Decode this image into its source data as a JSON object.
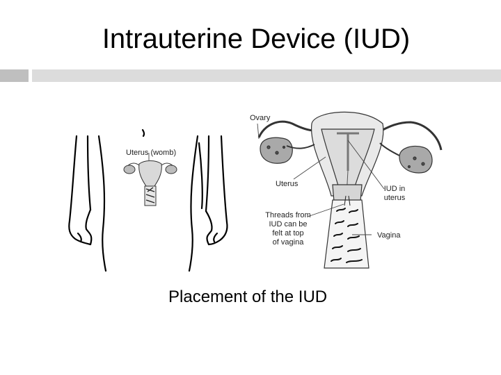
{
  "slide": {
    "title": "Intrauterine Device (IUD)",
    "caption": "Placement of the IUD"
  },
  "labels": {
    "uterus_womb": "Uterus (womb)",
    "ovary": "Ovary",
    "uterus": "Uterus",
    "iud_in_uterus_line1": "IUD in",
    "iud_in_uterus_line2": "uterus",
    "threads_line1": "Threads from",
    "threads_line2": "IUD can be",
    "threads_line3": "felt at top",
    "threads_line4": "of vagina",
    "vagina": "Vagina"
  },
  "colors": {
    "rule_dark": "#bfbfbf",
    "rule_light": "#dcdcdc"
  }
}
